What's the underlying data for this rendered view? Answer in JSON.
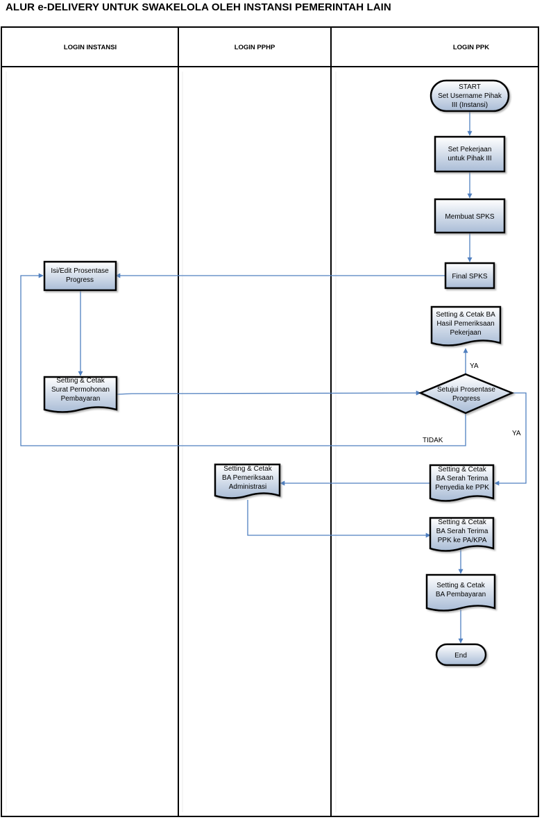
{
  "title": "ALUR e-DELIVERY UNTUK SWAKELOLA OLEH INSTANSI PEMERINTAH LAIN",
  "lanes": [
    {
      "id": "instansi",
      "label": "LOGIN INSTANSI"
    },
    {
      "id": "pphp",
      "label": "LOGIN PPHP"
    },
    {
      "id": "ppk",
      "label": "LOGIN PPK"
    }
  ],
  "nodes": {
    "start": {
      "shape": "terminator",
      "lines": [
        "START",
        "Set Username Pihak",
        "III (Instansi)"
      ]
    },
    "set_pekerjaan": {
      "shape": "process",
      "lines": [
        "Set Pekerjaan",
        "untuk Pihak III"
      ]
    },
    "membuat_spks": {
      "shape": "process",
      "lines": [
        "Membuat SPKS"
      ]
    },
    "final_spks": {
      "shape": "process",
      "lines": [
        "Final SPKS"
      ]
    },
    "isi_edit": {
      "shape": "process",
      "lines": [
        "Isi/Edit Prosentase",
        "Progress"
      ]
    },
    "cetak_ba_hasil": {
      "shape": "document",
      "lines": [
        "Setting & Cetak BA",
        "Hasil Pemeriksaan",
        "Pekerjaan"
      ]
    },
    "setujui": {
      "shape": "decision",
      "lines": [
        "Setujui Prosentase",
        "Progress"
      ]
    },
    "cetak_surat": {
      "shape": "document",
      "lines": [
        "Setting & Cetak",
        "Surat Permohonan",
        "Pembayaran"
      ]
    },
    "cetak_serah_penyedia": {
      "shape": "document",
      "lines": [
        "Setting & Cetak",
        "BA Serah Terima",
        "Penyedia ke PPK"
      ]
    },
    "cetak_ba_admin": {
      "shape": "document",
      "lines": [
        "Setting & Cetak",
        "BA Pemeriksaan",
        "Administrasi"
      ]
    },
    "cetak_serah_pa": {
      "shape": "document",
      "lines": [
        "Setting & Cetak",
        "BA Serah Terima",
        "PPK ke PA/KPA"
      ]
    },
    "cetak_pembayaran": {
      "shape": "document",
      "lines": [
        "Setting & Cetak",
        "BA Pembayaran"
      ]
    },
    "end": {
      "shape": "terminator",
      "lines": [
        "End"
      ]
    }
  },
  "edge_labels": {
    "ya_up": "YA",
    "ya_right": "YA",
    "tidak": "TIDAK"
  },
  "colors": {
    "fill_light": "#ffffff",
    "fill_dark": "#a9bcd6",
    "connector": "#4f7fbf",
    "border": "#000000"
  }
}
